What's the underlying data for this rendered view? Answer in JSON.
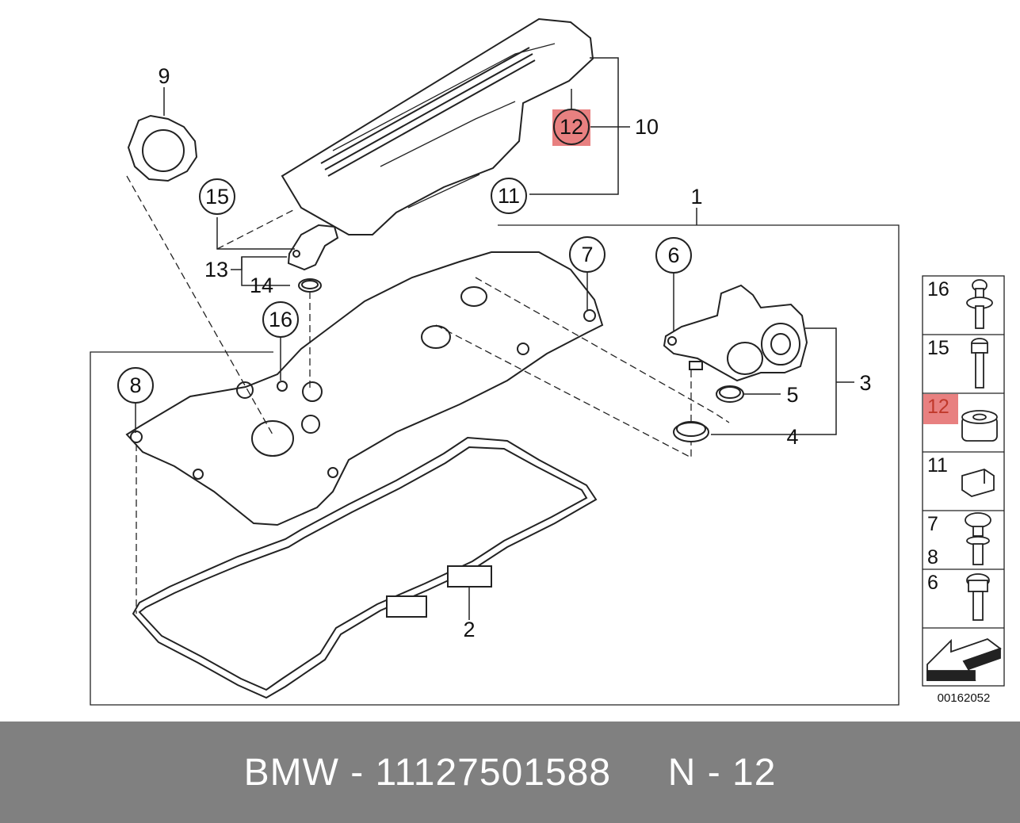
{
  "diagram": {
    "callouts": [
      "1",
      "2",
      "3",
      "4",
      "5",
      "6",
      "7",
      "8",
      "9",
      "10",
      "11",
      "12",
      "13",
      "14",
      "15",
      "16"
    ],
    "highlighted_callout": "12",
    "highlight_color": "#e88080",
    "reference_code": "00162052"
  },
  "sidebar_legend": {
    "items": [
      {
        "label": "16",
        "icon": "stud-bolt-icon"
      },
      {
        "label": "15",
        "icon": "bolt-icon"
      },
      {
        "label": "12",
        "icon": "grommet-icon",
        "highlighted": true
      },
      {
        "label": "11",
        "icon": "clip-icon"
      },
      {
        "label": "7",
        "label2": "8",
        "icon": "collar-bolt-icon"
      },
      {
        "label": "6",
        "icon": "screw-icon"
      },
      {
        "label": "",
        "icon": "arrow-icon"
      }
    ]
  },
  "footer": {
    "brand": "BMW",
    "part_number": "11127501588",
    "position": "N - 12",
    "text": "BMW - 11127501588     N - 12",
    "background": "#808080"
  }
}
